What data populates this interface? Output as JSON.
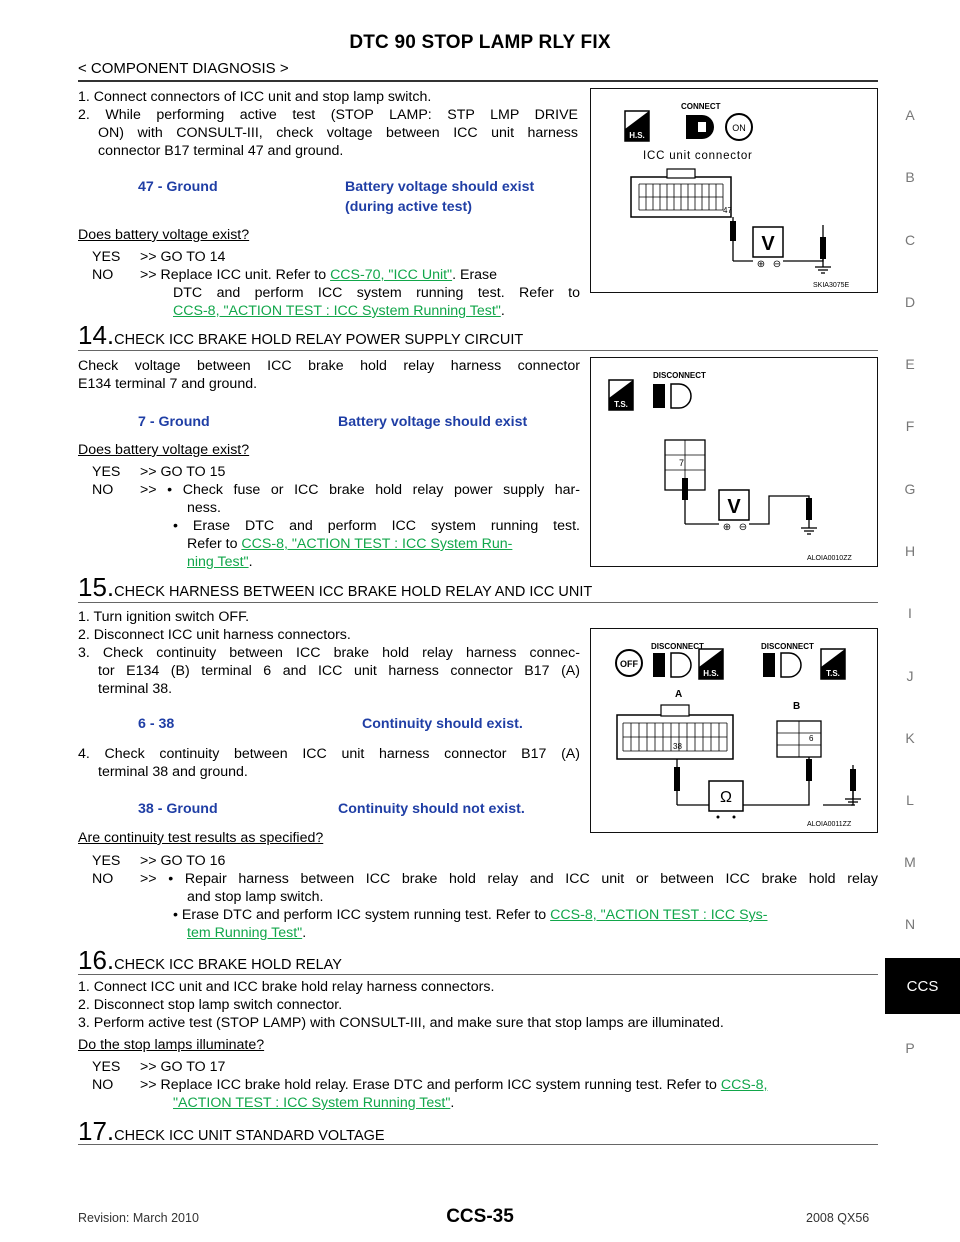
{
  "header": {
    "title": "DTC 90 STOP LAMP RLY FIX",
    "breadcrumb": "< COMPONENT DIAGNOSIS >"
  },
  "side_index": [
    "A",
    "B",
    "C",
    "D",
    "E",
    "F",
    "G",
    "H",
    "I",
    "J",
    "K",
    "L",
    "M",
    "N",
    "CCS",
    "P"
  ],
  "block13": {
    "items": [
      "1. Connect connectors of ICC unit and stop lamp switch.",
      "2. While performing active test (STOP LAMP: STP LMP DRIVE",
      "ON) with CONSULT-III, check voltage between ICC unit harness",
      "connector B17 terminal 47 and ground."
    ],
    "spec_terminal": "47 - Ground",
    "spec_result_1": "Battery voltage should exist",
    "spec_result_2": "(during active test)",
    "question": "Does battery voltage exist?",
    "yes_label": "YES",
    "yes_text": ">> GO TO 14",
    "no_label": "NO",
    "no_text_1": ">> Replace ICC unit. Refer to",
    "no_link_1": "CCS-70, \"ICC Unit\"",
    "no_text_2": ". Erase",
    "no_text_3": "DTC and perform ICC system running test. Refer to",
    "no_link_2": "CCS-8, \"ACTION TEST : ICC System Running Test\"",
    "no_text_4": ".",
    "figure": {
      "connect_label": "CONNECT",
      "hs_label": "H.S.",
      "on_label": "ON",
      "connector_label": "ICC unit connector",
      "terminal": "47",
      "meter": "V",
      "plus": "⊕",
      "minus": "⊖",
      "code": "SKIA3075E"
    }
  },
  "step14": {
    "number": "14.",
    "title": "CHECK ICC BRAKE HOLD RELAY POWER SUPPLY CIRCUIT",
    "line1": "Check voltage between ICC brake hold relay harness connector",
    "line2": "E134 terminal 7 and ground.",
    "spec_terminal": "7 - Ground",
    "spec_result": "Battery voltage should exist",
    "question": "Does battery voltage exist?",
    "yes_label": "YES",
    "yes_text": ">> GO TO 15",
    "no_label": "NO",
    "no_text_1": ">> • Check fuse or ICC brake hold relay power supply har-",
    "no_text_2": "ness.",
    "no_text_3": "• Erase DTC and perform ICC system running test.",
    "no_text_4": "Refer to",
    "no_link_1": "CCS-8, \"ACTION TEST : ICC System Run-",
    "no_link_2": "ning Test\"",
    "no_text_5": ".",
    "figure": {
      "disconnect_label": "DISCONNECT",
      "ts_label": "T.S.",
      "terminal": "7",
      "meter": "V",
      "plus": "⊕",
      "minus": "⊖",
      "code": "ALOIA0010ZZ"
    }
  },
  "step15": {
    "number": "15.",
    "title": "CHECK HARNESS BETWEEN ICC BRAKE HOLD RELAY AND ICC UNIT",
    "item1": "1. Turn ignition switch OFF.",
    "item2": "2. Disconnect ICC unit harness connectors.",
    "item3a": "3. Check continuity between ICC brake hold relay harness connec-",
    "item3b": "tor E134 (B) terminal 6 and ICC unit harness connector B17 (A)",
    "item3c": "terminal 38.",
    "spec1_terminal": "6 - 38",
    "spec1_result": "Continuity should exist.",
    "item4a": "4. Check continuity between ICC unit harness connector B17 (A)",
    "item4b": "terminal 38 and ground.",
    "spec2_terminal": "38 - Ground",
    "spec2_result": "Continuity should not exist.",
    "question": "Are continuity test results as specified?",
    "yes_label": "YES",
    "yes_text": ">> GO TO 16",
    "no_label": "NO",
    "no_text_1": ">> • Repair harness between ICC brake hold relay and ICC unit or between ICC brake hold relay",
    "no_text_2": "and stop lamp switch.",
    "no_text_3": "• Erase DTC and perform ICC system running test. Refer to",
    "no_link_1": "CCS-8, \"ACTION TEST : ICC Sys-",
    "no_link_2": "tem Running Test\"",
    "no_text_4": ".",
    "figure": {
      "off_label": "OFF",
      "disconnect_label": "DISCONNECT",
      "hs_label": "H.S.",
      "ts_label": "T.S.",
      "conn_a": "A",
      "conn_b": "B",
      "terminal_a": "38",
      "terminal_b": "6",
      "meter": "Ω",
      "code": "ALOIA0011ZZ"
    }
  },
  "step16": {
    "number": "16.",
    "title": "CHECK ICC BRAKE HOLD RELAY",
    "item1": "1. Connect ICC unit and ICC brake hold relay harness connectors.",
    "item2": "2. Disconnect stop lamp switch connector.",
    "item3": "3. Perform active test (STOP LAMP) with CONSULT-III, and make sure that stop lamps are illuminated.",
    "question": "Do the stop lamps illuminate?",
    "yes_label": "YES",
    "yes_text": ">> GO TO 17",
    "no_label": "NO",
    "no_text_1": ">> Replace ICC brake hold relay. Erase DTC and perform ICC system running test. Refer to",
    "no_link_1": "CCS-8,",
    "no_link_2": "\"ACTION TEST : ICC System Running Test\"",
    "no_text_2": "."
  },
  "step17": {
    "number": "17.",
    "title": "CHECK ICC UNIT STANDARD VOLTAGE"
  },
  "footer": {
    "revision": "Revision: March 2010",
    "page": "CCS-35",
    "model": "2008 QX56"
  },
  "colors": {
    "spec_blue": "#1f3ea5",
    "link_green": "#11a64a",
    "tab_black": "#000000"
  }
}
